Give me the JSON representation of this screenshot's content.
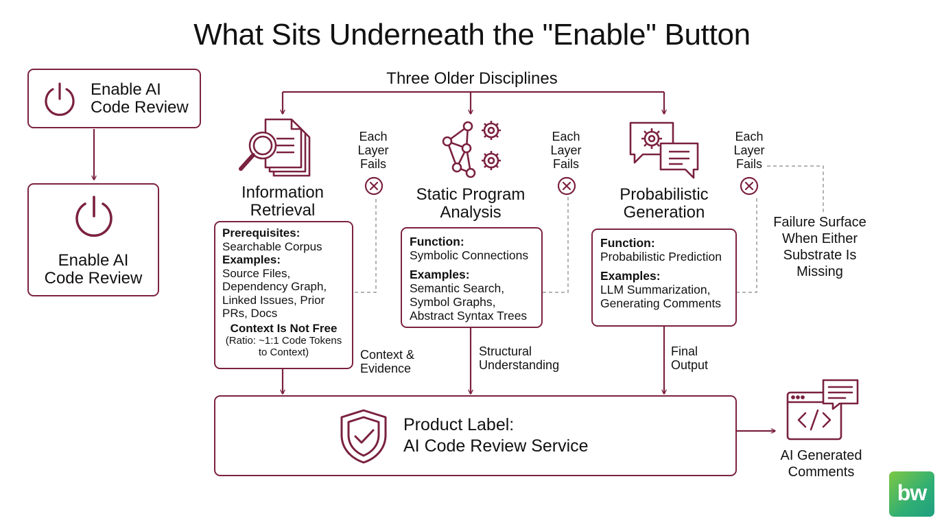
{
  "title": "What Sits Underneath the \"Enable\" Button",
  "enable_top": "Enable AI\nCode Review",
  "enable_main": "Enable AI\nCode Review",
  "disciplines_header": "Three Older Disciplines",
  "fail_label": "Each\nLayer\nFails",
  "columns": {
    "retrieval": {
      "title": "Information\nRetrieval",
      "prereq_heading": "Prerequisites:",
      "prereq_text": "Searchable Corpus",
      "examples_heading": "Examples:",
      "examples_text": "Source Files,\nDependency Graph,\nLinked Issues, Prior\nPRs, Docs",
      "note_heading": "Context Is Not Free",
      "note_text": "(Ratio: ~1:1 Code Tokens\nto Context)",
      "arrow_label": "Context &\nEvidence"
    },
    "static": {
      "title": "Static Program\nAnalysis",
      "function_heading": "Function:",
      "function_text": "Symbolic Connections",
      "examples_heading": "Examples:",
      "examples_text": "Semantic Search,\nSymbol Graphs,\nAbstract Syntax Trees",
      "arrow_label": "Structural\nUnderstanding"
    },
    "generation": {
      "title": "Probabilistic\nGeneration",
      "function_heading": "Function:",
      "function_text": "Probabilistic Prediction",
      "examples_heading": "Examples:",
      "examples_text": "LLM Summarization,\nGenerating Comments",
      "arrow_label": "Final\nOutput"
    }
  },
  "failure_surface": "Failure Surface\nWhen Either\nSubstrate Is\nMissing",
  "product": {
    "line1": "Product Label:",
    "line2": "AI Code Review Service"
  },
  "output_label": "AI Generated\nComments",
  "brand_logo": "bw",
  "colors": {
    "accent": "#7a2140",
    "text": "#111111",
    "logo_green": "#2fae74"
  },
  "icons": [
    "power-icon",
    "document-search-icon",
    "network-gears-icon",
    "chat-gear-icon",
    "fail-x-icon",
    "shield-check-icon",
    "code-window-chat-icon"
  ]
}
